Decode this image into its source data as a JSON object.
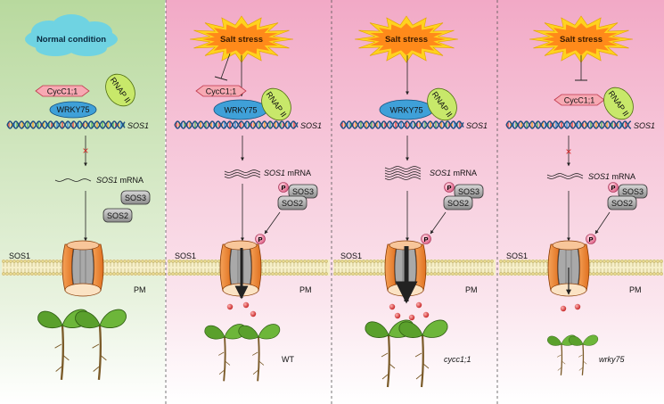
{
  "panels": [
    {
      "condition": "Normal condition",
      "proteins": {
        "cyc": "CycC1;1",
        "wrky": "WRKY75",
        "rnap": "RNAP II"
      },
      "gene": "SOS1",
      "mrna": {
        "gene": "SOS1",
        "suffix": " mRNA"
      },
      "kinases": {
        "sos3": "SOS3",
        "sos2": "SOS2"
      },
      "transporter": "SOS1",
      "membrane": "PM",
      "phospho": "",
      "genotype": ""
    },
    {
      "condition": "Salt stress",
      "proteins": {
        "cyc": "CycC1;1",
        "wrky": "WRKY75",
        "rnap": "RNAP II"
      },
      "gene": "SOS1",
      "mrna": {
        "gene": "SOS1",
        "suffix": " mRNA"
      },
      "kinases": {
        "sos3": "SOS3",
        "sos2": "SOS2"
      },
      "transporter": "SOS1",
      "membrane": "PM",
      "phospho": "P",
      "genotype": "WT"
    },
    {
      "condition": "Salt stress",
      "proteins": {
        "cyc": "",
        "wrky": "WRKY75",
        "rnap": "RNAP II"
      },
      "gene": "SOS1",
      "mrna": {
        "gene": "SOS1",
        "suffix": " mRNA"
      },
      "kinases": {
        "sos3": "SOS3",
        "sos2": "SOS2"
      },
      "transporter": "SOS1",
      "membrane": "PM",
      "phospho": "P",
      "genotype": "cycc1;1"
    },
    {
      "condition": "Salt stress",
      "proteins": {
        "cyc": "CycC1;1",
        "wrky": "",
        "rnap": "RNAP II"
      },
      "gene": "SOS1",
      "mrna": {
        "gene": "SOS1",
        "suffix": " mRNA"
      },
      "kinases": {
        "sos3": "SOS3",
        "sos2": "SOS2"
      },
      "transporter": "SOS1",
      "membrane": "PM",
      "phospho": "P",
      "genotype": "wrky75"
    }
  ],
  "colors": {
    "normal_bg": "#c9e2b6",
    "stress_bg": "#f4bdd2",
    "cloud": "#6fd3e2",
    "burst_outer": "#ffd21f",
    "burst_inner": "#ff8a1a",
    "cyc": "#f7a9b3",
    "wrky": "#3fa0d8",
    "rnap": "#c8e86a",
    "kinase": "#9a9a9a",
    "phospho": "#e57393",
    "channel": "#f28b3a",
    "ion": "#d62b2b",
    "leaf": "#5aa02c"
  }
}
